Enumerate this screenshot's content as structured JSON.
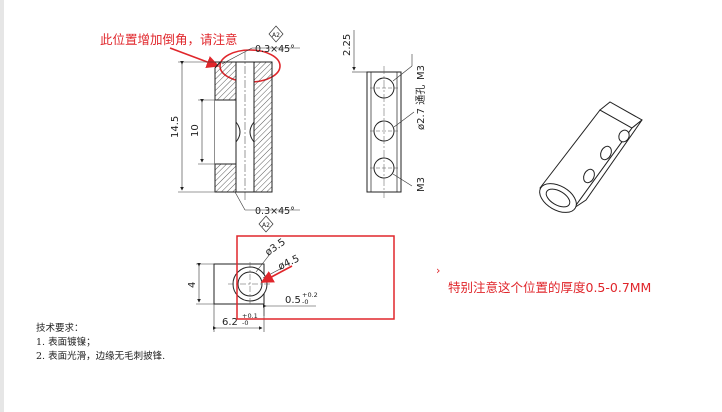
{
  "annotations": {
    "chamfer_note": "此位置增加倒角，请注意",
    "thickness_note": "特别注意这个位置的厚度0.5-0.7MM"
  },
  "dimensions": {
    "chamfer_top": "0.3×45°",
    "chamfer_bottom": "0.3×45°",
    "a2_top": "A2",
    "a2_bottom": "A2",
    "height_total": "14.5",
    "height_inner": "10",
    "top_offset": "2.25",
    "thread_top": "M3",
    "thread_bottom": "M3",
    "through_hole": "ø2.7 通孔",
    "dia_inner": "ø3.5",
    "dia_outer": "ø4.5",
    "section_height": "4",
    "section_width": "6.2",
    "section_width_tol_upper": "+0.1",
    "section_width_tol_lower": "-0",
    "wall_thickness": "0.5",
    "wall_thickness_tol_upper": "+0.2",
    "wall_thickness_tol_lower": "-0"
  },
  "requirements": {
    "title": "技术要求：",
    "item1": "1. 表面镀镍；",
    "item2": "2. 表面光滑，边缘无毛刺披锋."
  },
  "colors": {
    "annotation_red": "#e0262b",
    "line_dark": "#222222"
  }
}
